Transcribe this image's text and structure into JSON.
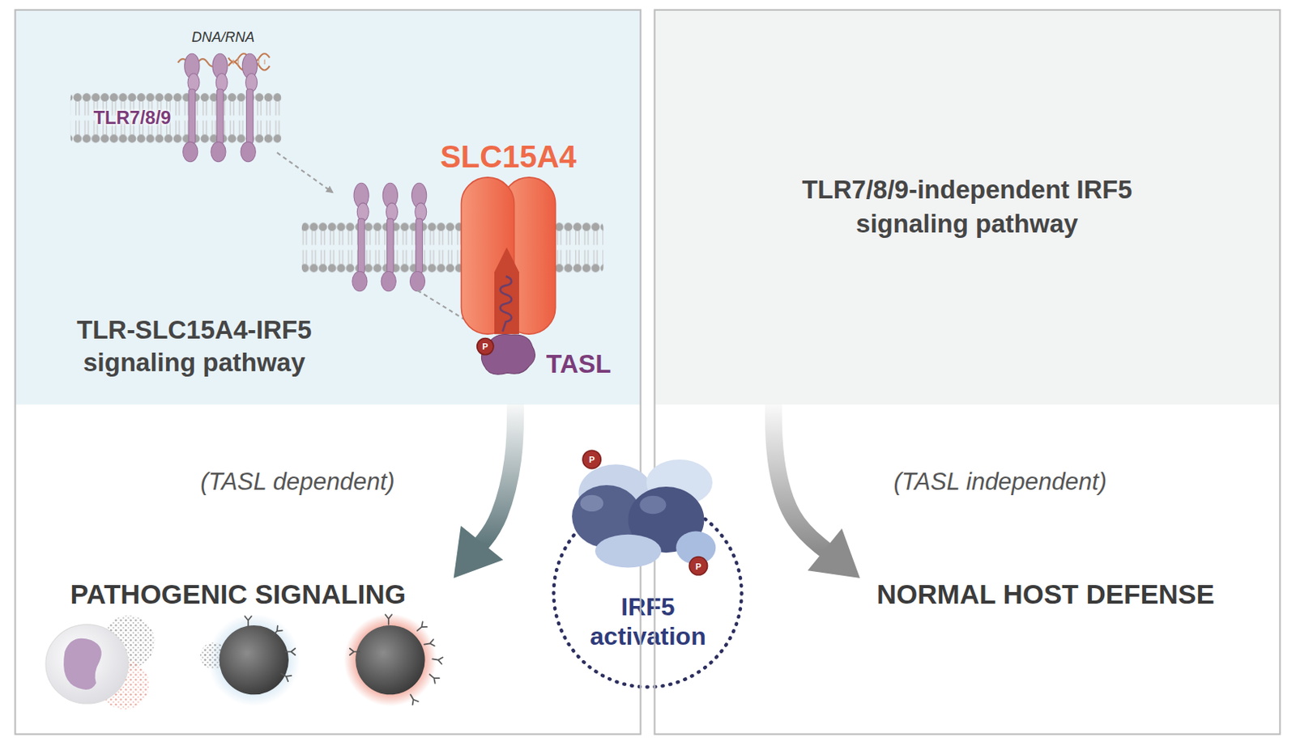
{
  "diagram": {
    "nodes": [
      {
        "text": [
          "TLR-SLC15A4-IRF5 signaling pathway"
        ]
      },
      {
        "text": [
          "PATHOGENIC SIGNALING"
        ]
      },
      {
        "text": [
          "IRF5 activation"
        ]
      },
      {
        "text": [
          "TLR7/8/9-independent IRF5 signaling pathway"
        ]
      },
      {
        "text": [
          "NORMAL HOST DEFENSE"
        ]
      }
    ],
    "edges": [
      {
        "from": 0,
        "to": 1,
        "label": "(TASL dependent)",
        "arrow": "to"
      },
      {
        "from": 3,
        "to": 4,
        "label": "(TASL independent)",
        "arrow": "to"
      }
    ],
    "labels": [
      "DNA/RNA",
      "TLR7/8/9",
      "SLC15A4",
      "P",
      "TASL",
      "P",
      "P"
    ]
  }
}
